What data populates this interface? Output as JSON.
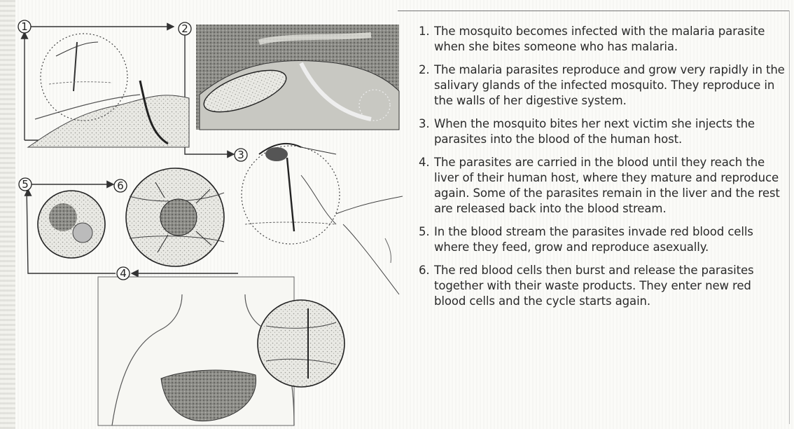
{
  "diagram": {
    "markers": [
      "1",
      "2",
      "3",
      "4",
      "5",
      "6"
    ]
  },
  "steps": [
    {
      "number": "1.",
      "text": "The mosquito becomes infected with the malaria parasite when she bites someone who has malaria."
    },
    {
      "number": "2.",
      "text": "The malaria parasites reproduce and grow very rapidly in the salivary glands of the infected mosquito. They reproduce in the walls of her digestive system."
    },
    {
      "number": "3.",
      "text": "When the mosquito bites her next victim she injects the parasites into the blood of the human host."
    },
    {
      "number": "4.",
      "text": "The parasites are carried in the blood until they reach the liver of their human host, where they mature and reproduce again. Some of the parasites remain in the liver and the rest are released back into the blood stream."
    },
    {
      "number": "5.",
      "text": "In the blood stream the parasites invade red blood cells where they feed, grow and reproduce asexually."
    },
    {
      "number": "6.",
      "text": "The red blood cells then burst and release the parasites together with their waste products. They enter new red blood cells and the cycle starts again."
    }
  ]
}
